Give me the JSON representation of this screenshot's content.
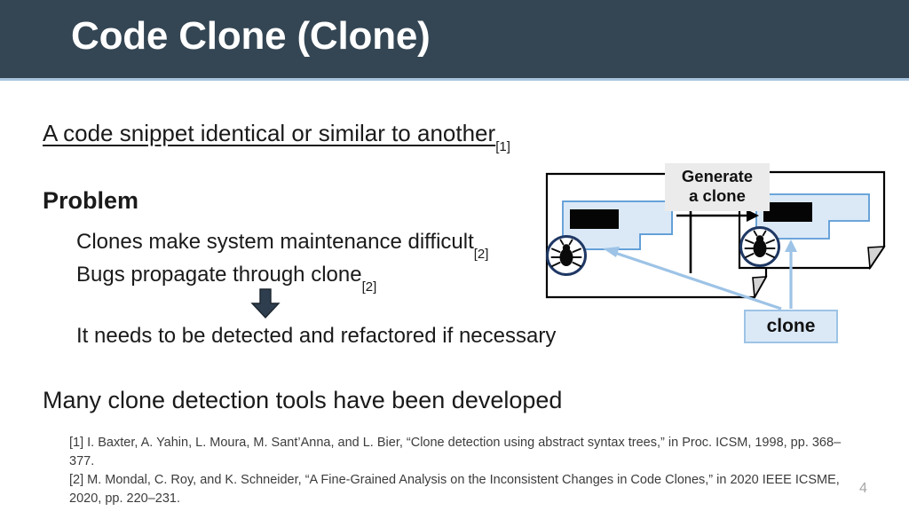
{
  "slide": {
    "title": "Code Clone (Clone)",
    "page_number": "4",
    "header_color": "#344654",
    "accent_color": "#9dc3e6"
  },
  "body": {
    "definition": "A code snippet identical or similar to another",
    "definition_ref": "[1]",
    "problem_heading": "Problem",
    "bullets": [
      {
        "text": "Clones make system maintenance difficult",
        "ref": "[2]"
      },
      {
        "text": "Bugs propagate through clone",
        "ref": "[2]"
      }
    ],
    "arrow_icon": "down-arrow-icon",
    "conclusion": "It needs to be detected and refactored if necessary",
    "summary": "Many clone detection tools have been developed"
  },
  "references": [
    "[1] I. Baxter, A. Yahin, L. Moura, M. Sant’Anna, and L. Bier, “Clone detection using abstract syntax trees,” in Proc. ICSM, 1998, pp. 368–377.",
    "[2] M. Mondal, C. Roy, and K. Schneider, “A Fine-Grained Analysis on the Inconsistent Changes in Code Clones,” in 2020 IEEE ICSME, 2020, pp. 220–231."
  ],
  "diagram": {
    "generate_label_line1": "Generate",
    "generate_label_line2": "a clone",
    "clone_callout": "clone",
    "left_document": {
      "name": "source-document",
      "bug_icon": "bug-icon",
      "code_block": "redacted-code-block"
    },
    "right_document": {
      "name": "clone-document",
      "bug_icon": "bug-icon",
      "code_block": "redacted-code-block"
    },
    "arrow_icon": "right-arrow-icon",
    "colors": {
      "snippet_fill": "#dbe9f7",
      "snippet_stroke": "#5b9bd5",
      "doc_stroke": "#000000",
      "callout_stroke": "#9dc3e6",
      "bug_circle": "#1f3864",
      "label_bg": "#ebebeb"
    }
  }
}
